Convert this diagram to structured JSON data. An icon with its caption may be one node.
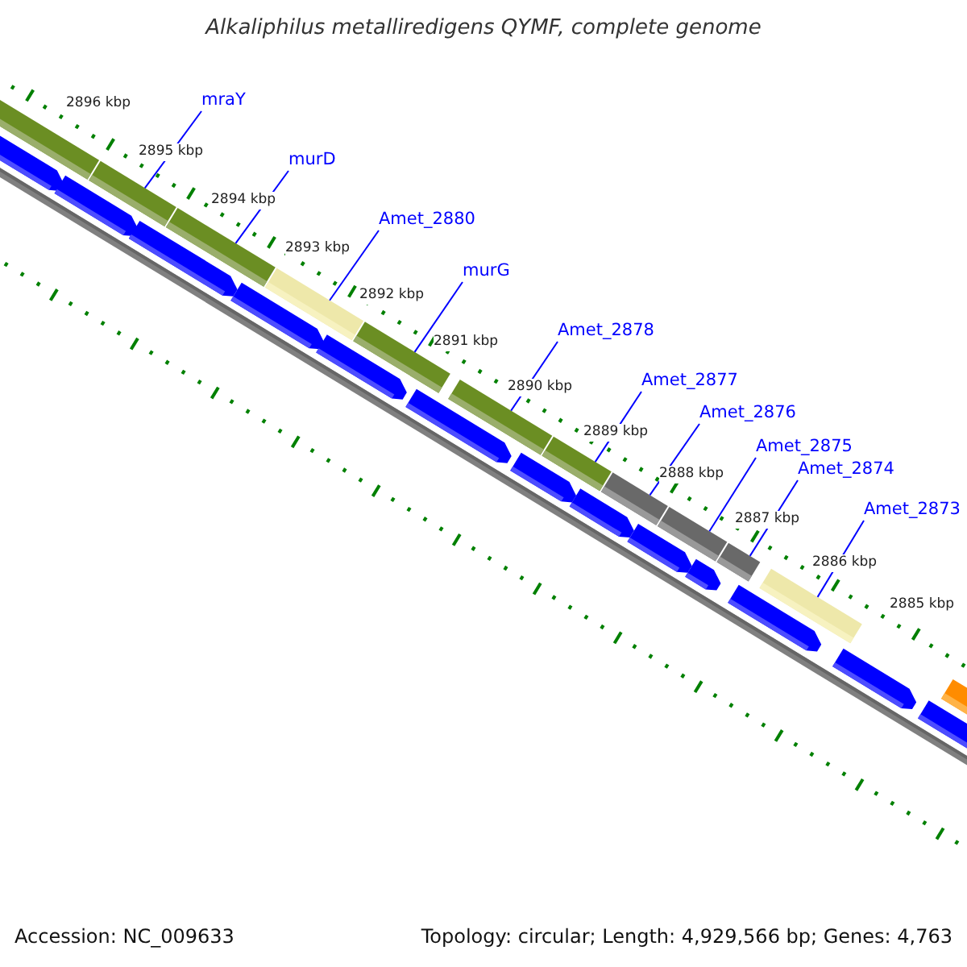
{
  "diagram": {
    "title": "Alkaliphilus metalliredigens QYMF, complete genome",
    "nodes": [
      {
        "text": [
          "mraY"
        ]
      },
      {
        "text": [
          "murD"
        ]
      },
      {
        "text": [
          "Amet_2880"
        ]
      },
      {
        "text": [
          "murG"
        ]
      },
      {
        "text": [
          "Amet_2878"
        ]
      },
      {
        "text": [
          "Amet_2877"
        ]
      },
      {
        "text": [
          "Amet_2876"
        ]
      },
      {
        "text": [
          "Amet_2875"
        ]
      },
      {
        "text": [
          "Amet_2874"
        ]
      },
      {
        "text": [
          "Amet_2873"
        ]
      },
      {
        "text": [],
        "shape": "bar"
      },
      {
        "text": [],
        "shape": "bar"
      },
      {
        "text": [],
        "shape": "bar"
      },
      {
        "text": [],
        "shape": "bar"
      },
      {
        "text": [],
        "shape": "bar"
      },
      {
        "text": [],
        "shape": "bar"
      },
      {
        "text": [],
        "shape": "bar"
      },
      {
        "text": [],
        "shape": "bar"
      },
      {
        "text": [],
        "shape": "bar"
      },
      {
        "text": [],
        "shape": "bar"
      },
      {
        "text": [],
        "shape": "bar"
      },
      {
        "text": [],
        "shape": "bar"
      }
    ],
    "edges": [
      {
        "from": 0,
        "to": 11,
        "arrow": "none"
      },
      {
        "from": 1,
        "to": 12,
        "arrow": "none"
      },
      {
        "from": 2,
        "to": 13,
        "arrow": "none"
      },
      {
        "from": 3,
        "to": 14,
        "arrow": "none"
      },
      {
        "from": 4,
        "to": 15,
        "arrow": "none"
      },
      {
        "from": 5,
        "to": 16,
        "arrow": "none"
      },
      {
        "from": 6,
        "to": 17,
        "arrow": "none"
      },
      {
        "from": 7,
        "to": 18,
        "arrow": "none"
      },
      {
        "from": 8,
        "to": 19,
        "arrow": "none"
      },
      {
        "from": 9,
        "to": 20,
        "arrow": "none"
      }
    ],
    "labels": [
      "2896 kbp",
      "2895 kbp",
      "2894 kbp",
      "2893 kbp",
      "2892 kbp",
      "2891 kbp",
      "2890 kbp",
      "2889 kbp",
      "2888 kbp",
      "2887 kbp",
      "2886 kbp",
      "2885 kbp",
      "Accession: NC_009633",
      "Topology: circular; Length: 4,929,566 bp; Genes: 4,763"
    ]
  }
}
